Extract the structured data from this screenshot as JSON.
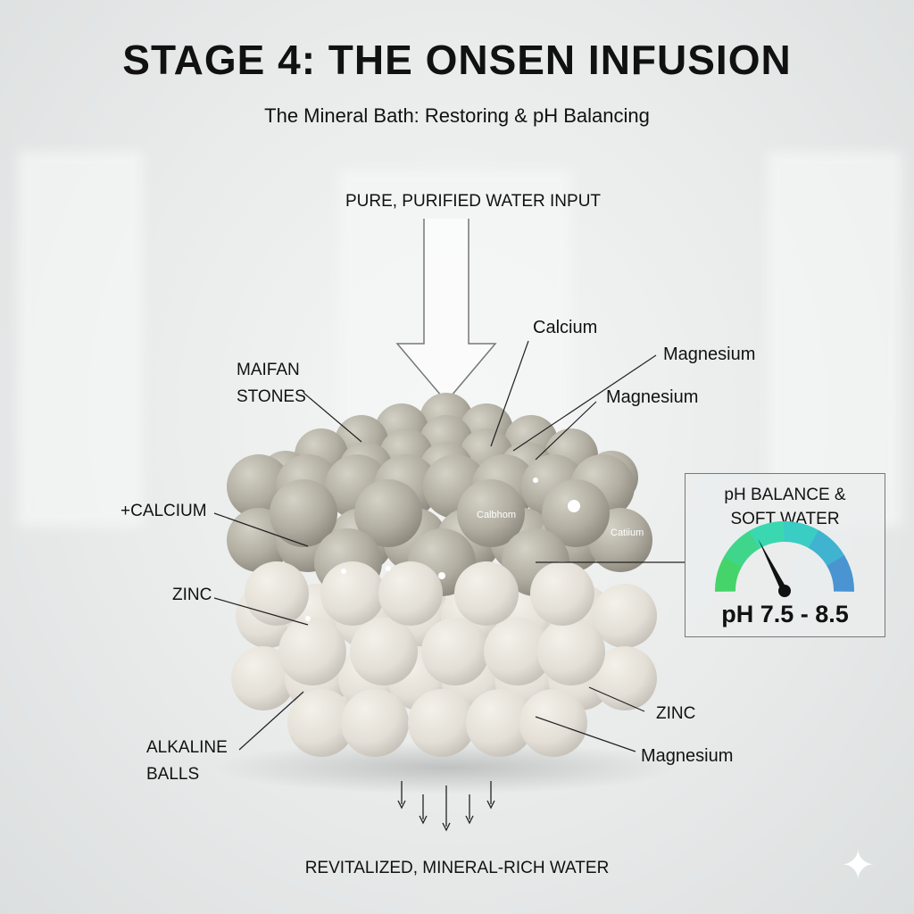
{
  "title": "STAGE 4: THE ONSEN INFUSION",
  "subtitle": "The Mineral Bath: Restoring & pH Balancing",
  "input_label": "PURE, PURIFIED WATER INPUT",
  "output_label": "REVITALIZED, MINERAL-RICH WATER",
  "labels": {
    "maifan_1": "MAIFAN",
    "maifan_2": "STONES",
    "calcium_top": "Calcium",
    "magnesium_1": "Magnesium",
    "magnesium_2": "Magnesium",
    "plus_calcium": "+CALCIUM",
    "zinc_left": "ZINC",
    "alkaline_1": "ALKALINE",
    "alkaline_2": "BALLS",
    "zinc_right": "ZINC",
    "magnesium_3": "Magnesium",
    "on_ball_1": "Calbhom",
    "on_ball_2": "Catiium"
  },
  "ph_panel": {
    "title_1": "pH BALANCE &",
    "title_2": "SOFT WATER",
    "value": "pH 7.5 - 8.5",
    "gauge_colors": [
      "#45d46a",
      "#3fd68c",
      "#3ad8b0",
      "#39cdc4",
      "#3fb3d0",
      "#4a94d2"
    ],
    "needle_segment": 2
  }
}
